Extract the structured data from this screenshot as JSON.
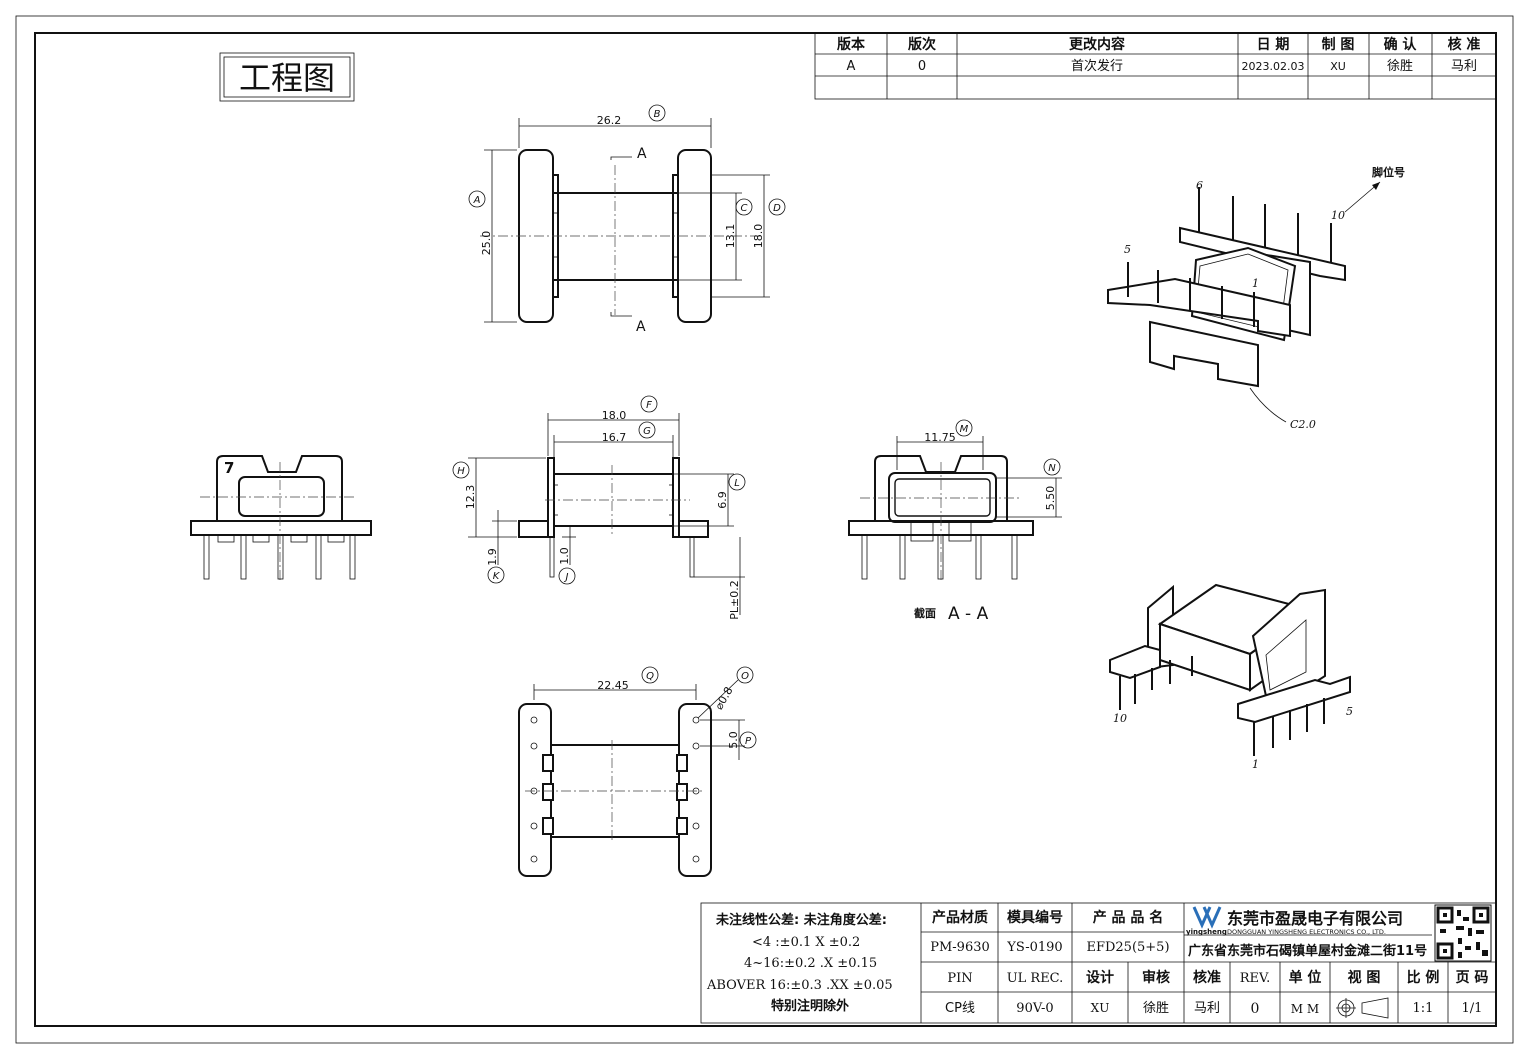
{
  "title_stamp": "工程图",
  "revision_table": {
    "headers": [
      "版本",
      "版次",
      "更改内容",
      "日 期",
      "制 图",
      "确 认",
      "核 准"
    ],
    "rows": [
      [
        "A",
        "0",
        "首次发行",
        "2023.02.03",
        "XU",
        "徐胜",
        "马利"
      ],
      [
        "",
        "",
        "",
        "",
        "",
        "",
        ""
      ]
    ]
  },
  "top_view": {
    "dim_width": "26.2",
    "balloon_width": "B",
    "dim_height": "25.0",
    "balloon_height": "A",
    "dim_core": "13.1",
    "balloon_core": "C",
    "dim_window": "18.0",
    "balloon_window": "D",
    "section_mark": "A"
  },
  "front_view": {
    "dim_overall": "18.0",
    "balloon_overall": "F",
    "dim_inner": "16.7",
    "balloon_inner": "G",
    "dim_height": "12.3",
    "balloon_height": "H",
    "dim_core": "6.9",
    "balloon_core": "L",
    "dim_base": "1.9",
    "balloon_base": "K",
    "dim_step": "1.0",
    "balloon_step": "J",
    "dim_pin": "PL±0.2"
  },
  "side_view": {
    "mark": "7"
  },
  "section_view": {
    "dim_width": "11.75",
    "balloon_width": "M",
    "dim_height": "5.50",
    "balloon_height": "N",
    "caption_small": "截面",
    "caption": "A - A"
  },
  "bottom_view": {
    "dim_pitch": "22.45",
    "balloon_pitch": "Q",
    "dim_pin_dia": "⌀0.8",
    "balloon_pin_dia": "O",
    "dim_pin_pitch": "5.0",
    "balloon_pin_pitch": "P"
  },
  "iso_top": {
    "pin_label_title": "脚位号",
    "pin_6": "6",
    "pin_10": "10",
    "pin_5": "5",
    "pin_1": "1",
    "chamfer": "C2.0"
  },
  "iso_bottom": {
    "pin_10": "10",
    "pin_5": "5",
    "pin_1": "1"
  },
  "tolerance": {
    "header": "未注线性公差:  未注角度公差:",
    "line1": "<4 :±0.1  X ±0.2",
    "line2": "4~16:±0.2  .X ±0.15",
    "line3": "ABOVER 16:±0.3  .XX ±0.05",
    "line4": "特别注明除外"
  },
  "title_block": {
    "material_label": "产品材质",
    "material_value": "PM-9630",
    "mold_label": "模具编号",
    "mold_value": "YS-0190",
    "product_label": "产 品 品 名",
    "product_value": "EFD25(5+5)",
    "company_cn": "东莞市盈晟电子有限公司",
    "company_en": "DONGGUAN YINGSHENG ELECTRONICS CO., LTD.",
    "logo_text": "yingsheng",
    "address": "广东省东莞市石碣镇单屋村金滩二街11号",
    "pin_label": "PIN",
    "ul_label": "UL REC.",
    "design_label": "设计",
    "review_label": "审核",
    "approve_label": "核准",
    "rev_label": "REV.",
    "unit_label": "单 位",
    "view_label": "视 图",
    "scale_label": "比 例",
    "page_label": "页 码",
    "pin_value": "CP线",
    "ul_value": "90V-0",
    "design_value": "XU",
    "review_value": "徐胜",
    "approve_value": "马利",
    "rev_value": "0",
    "unit_value": "M M",
    "scale_value": "1:1",
    "page_value": "1/1"
  }
}
